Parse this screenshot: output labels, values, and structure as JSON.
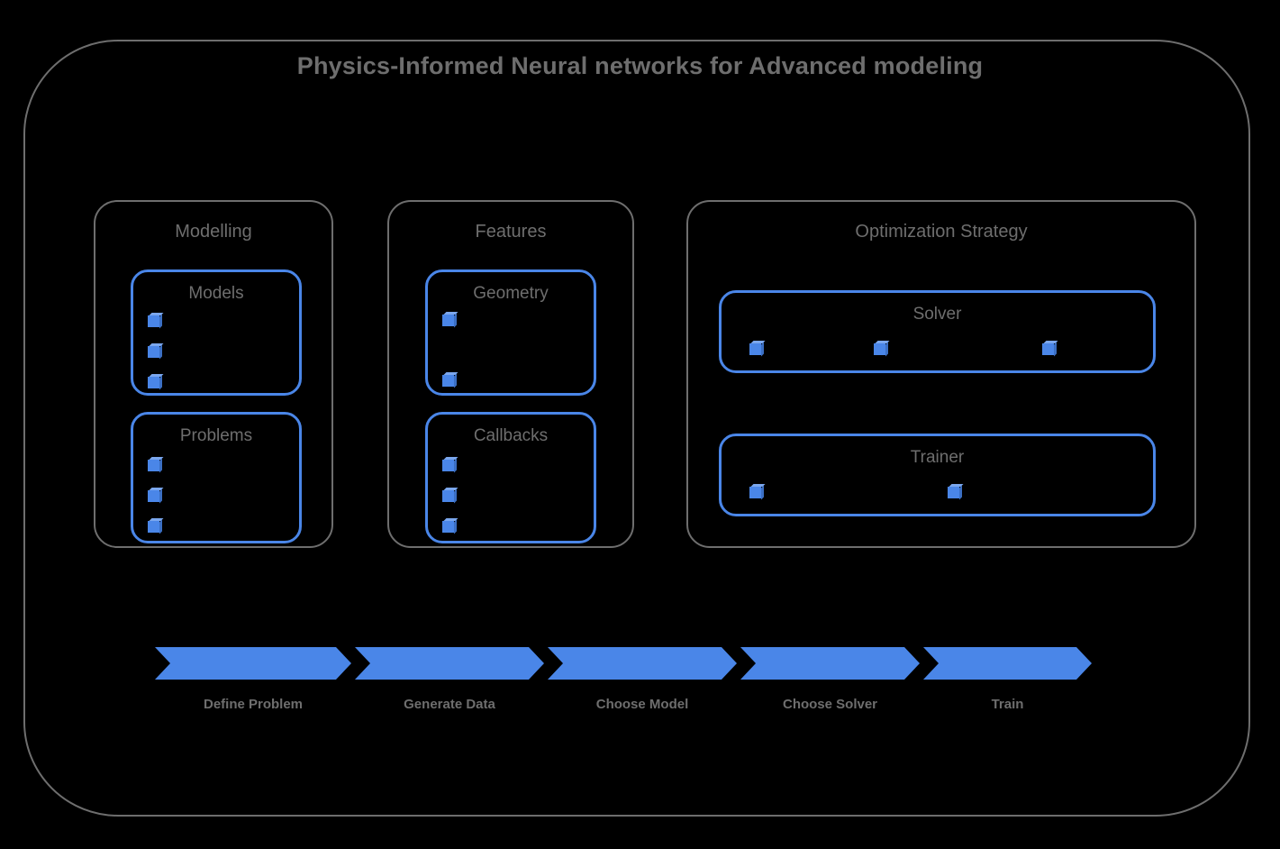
{
  "diagram": {
    "title": "Physics-Informed Neural networks for Advanced modeling",
    "accent_color": "#4a86e8",
    "text_color": "#6e6e6e",
    "background_color": "#000000"
  },
  "groups": [
    {
      "id": "modelling",
      "title": "Modelling",
      "panels": [
        {
          "id": "models",
          "title": "Models",
          "bullet_count": 3,
          "bullet_layout": "vertical"
        },
        {
          "id": "problems",
          "title": "Problems",
          "bullet_count": 3,
          "bullet_layout": "vertical"
        }
      ]
    },
    {
      "id": "features",
      "title": "Features",
      "panels": [
        {
          "id": "geometry",
          "title": "Geometry",
          "bullet_count": 2,
          "bullet_layout": "vertical"
        },
        {
          "id": "callbacks",
          "title": "Callbacks",
          "bullet_count": 3,
          "bullet_layout": "vertical"
        }
      ]
    },
    {
      "id": "optimization",
      "title": "Optimization Strategy",
      "panels": [
        {
          "id": "solver",
          "title": "Solver",
          "bullet_count": 3,
          "bullet_layout": "horizontal"
        },
        {
          "id": "trainer",
          "title": "Trainer",
          "bullet_count": 2,
          "bullet_layout": "horizontal"
        }
      ]
    }
  ],
  "pipeline": {
    "steps": [
      {
        "label": "Define Problem"
      },
      {
        "label": "Generate Data"
      },
      {
        "label": "Choose Model"
      },
      {
        "label": "Choose Solver"
      },
      {
        "label": "Train"
      }
    ]
  }
}
